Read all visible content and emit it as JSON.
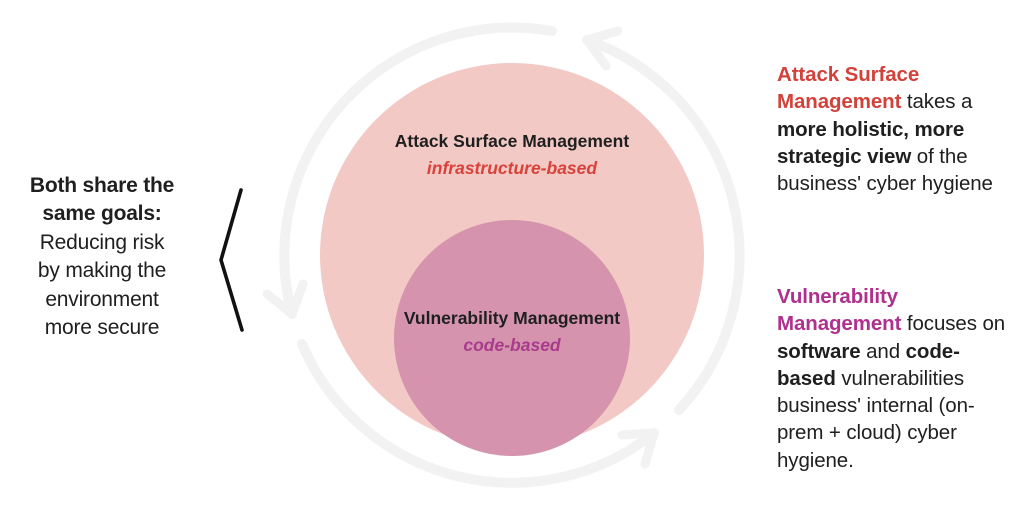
{
  "diagram": {
    "outer_circle": {
      "label": "Attack Surface Management",
      "sublabel": "infrastructure-based",
      "fill": "#f2c9c5",
      "sublabel_color": "#d8423a"
    },
    "inner_circle": {
      "label": "Vulnerability Management",
      "sublabel": "code-based",
      "fill": "#d593ad",
      "sublabel_color": "#a83b8c"
    },
    "cycle_color": "#f3f2f2",
    "brace_color": "#111111",
    "text_color": "#1f1f1f",
    "asm_accent": "#d2423b",
    "vm_accent": "#b0308e"
  },
  "left_note": {
    "lines": [
      [
        {
          "t": "Both share the",
          "b": 1
        }
      ],
      [
        {
          "t": "same goals:",
          "b": 1
        }
      ],
      [
        {
          "t": "Reducing risk",
          "b": 0
        }
      ],
      [
        {
          "t": "by making the",
          "b": 0
        }
      ],
      [
        {
          "t": "environment",
          "b": 0
        }
      ],
      [
        {
          "t": "more secure",
          "b": 0
        }
      ]
    ]
  },
  "right_notes": [
    {
      "id": "attack-surface-note",
      "lines": [
        [
          {
            "t": "Attack Surface",
            "b": 1,
            "c": "#d2423b"
          }
        ],
        [
          {
            "t": "Management",
            "b": 1,
            "c": "#d2423b"
          },
          {
            "t": " takes a",
            "b": 0
          }
        ],
        [
          {
            "t": "more holistic, more",
            "b": 1
          }
        ],
        [
          {
            "t": "strategic view",
            "b": 1
          },
          {
            "t": " of the",
            "b": 0
          }
        ],
        [
          {
            "t": "business' cyber hygiene",
            "b": 0
          }
        ]
      ]
    },
    {
      "id": "vulnerability-note",
      "lines": [
        [
          {
            "t": "Vulnerability",
            "b": 1,
            "c": "#b0308e"
          }
        ],
        [
          {
            "t": "Management",
            "b": 1,
            "c": "#b0308e"
          },
          {
            "t": " focuses on",
            "b": 0
          }
        ],
        [
          {
            "t": "software",
            "b": 1
          },
          {
            "t": " and ",
            "b": 0
          },
          {
            "t": "code-",
            "b": 1
          }
        ],
        [
          {
            "t": "based",
            "b": 1
          },
          {
            "t": " vulnerabilities",
            "b": 0
          }
        ],
        [
          {
            "t": "business' internal (on-",
            "b": 0
          }
        ],
        [
          {
            "t": "prem + cloud) cyber",
            "b": 0
          }
        ],
        [
          {
            "t": "hygiene.",
            "b": 0
          }
        ]
      ]
    }
  ]
}
